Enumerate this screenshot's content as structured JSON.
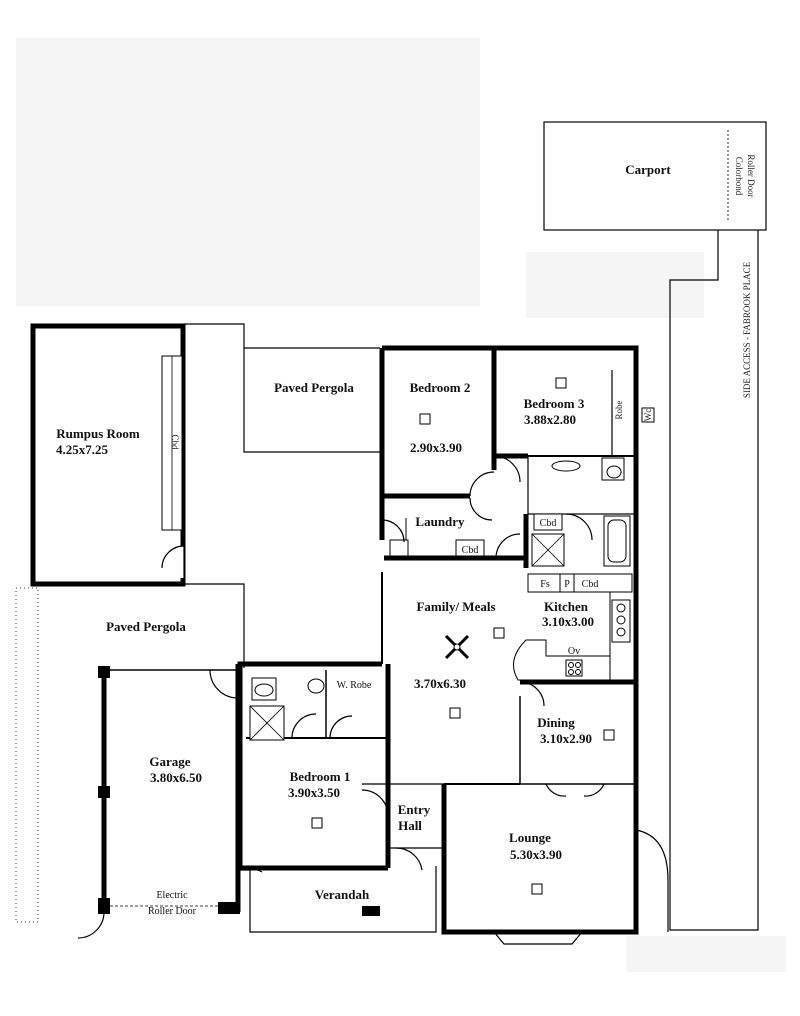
{
  "rooms": {
    "carport": "Carport",
    "carport_door_1": "Colorbond",
    "carport_door_2": "Roller Door",
    "side_access": "SIDE ACCESS - FABROOK PLACE",
    "rumpus_name": "Rumpus Room",
    "rumpus_dim": "4.25x7.25",
    "rumpus_cbd": "Cbd",
    "pergola_top": "Paved Pergola",
    "pergola_left": "Paved Pergola",
    "bed2_name": "Bedroom 2",
    "bed2_dim": "2.90x3.90",
    "bed3_name": "Bedroom 3",
    "bed3_dim": "3.88x2.80",
    "robe": "Robe",
    "wc": "Wc",
    "laundry": "Laundry",
    "laundry_cbd": "Cbd",
    "cbd_small": "Cbd",
    "family_name": "Family/ Meals",
    "family_dim": "3.70x6.30",
    "kitchen_name": "Kitchen",
    "kitchen_dim": "3.10x3.00",
    "fs": "Fs",
    "p": "P",
    "kitchen_cbd": "Cbd",
    "ov": "Ov",
    "wrobe": "W. Robe",
    "garage_name": "Garage",
    "garage_dim": "3.80x6.50",
    "electric_1": "Electric",
    "electric_2": "Roller Door",
    "bed1_name": "Bedroom 1",
    "bed1_dim": "3.90x3.50",
    "entry_1": "Entry",
    "entry_2": "Hall",
    "dining_name": "Dining",
    "dining_dim": "3.10x2.90",
    "lounge_name": "Lounge",
    "lounge_dim": "5.30x3.90",
    "verandah": "Verandah"
  }
}
